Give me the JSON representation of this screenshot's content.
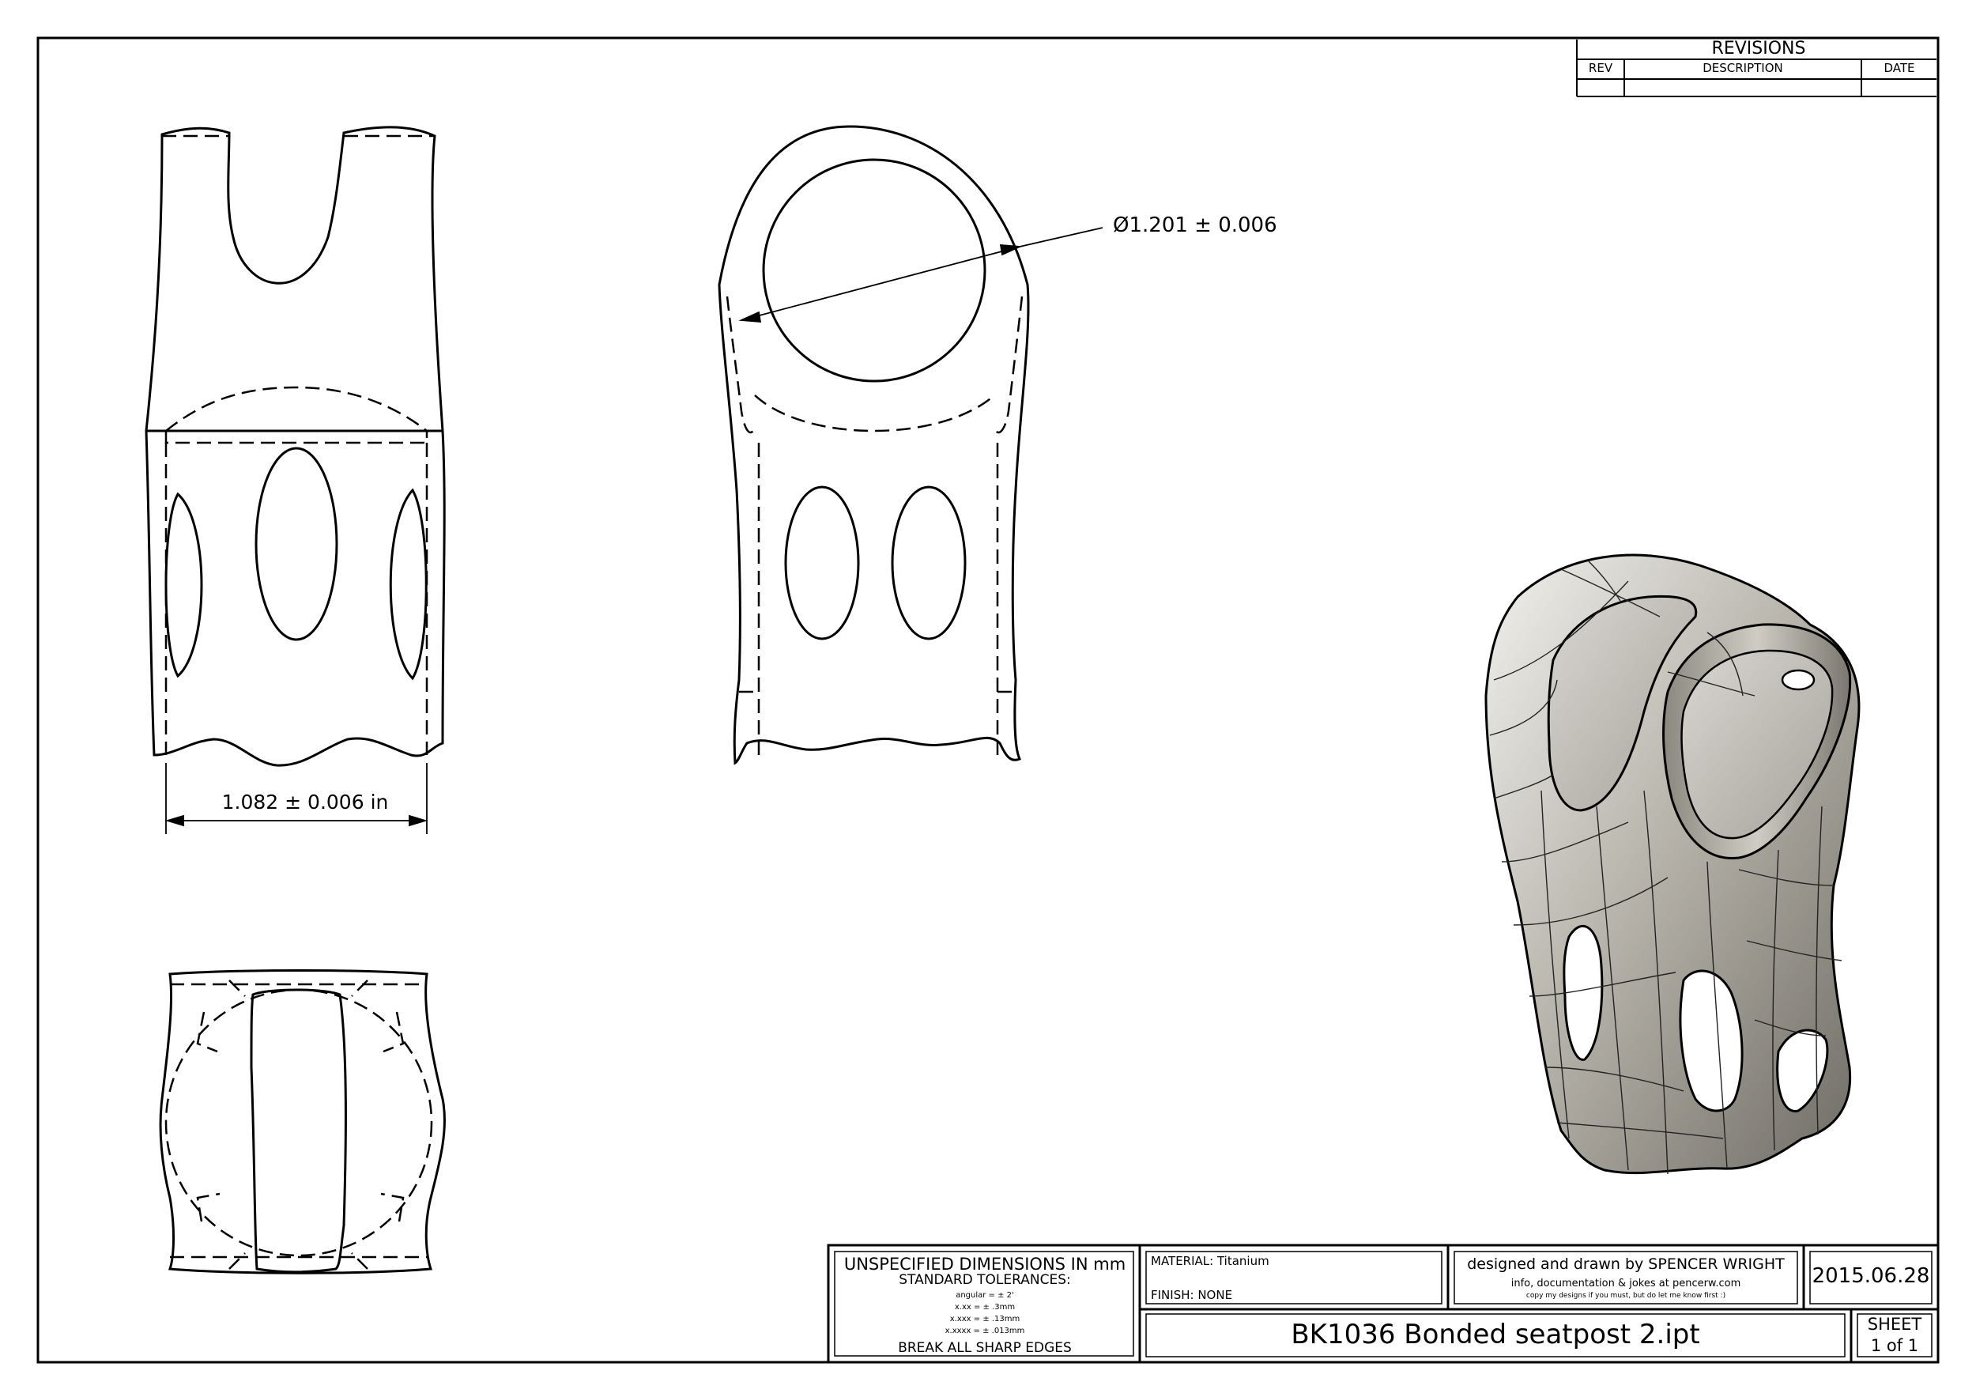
{
  "revisions": {
    "title": "REVISIONS",
    "col_rev": "REV",
    "col_description": "DESCRIPTION",
    "col_date": "DATE"
  },
  "dimensions": {
    "diameter": "Ø1.201 ± 0.006",
    "width": "1.082 ± 0.006 in"
  },
  "title_block": {
    "unspecified": "UNSPECIFIED DIMENSIONS IN mm",
    "tolerances_title": "STANDARD TOLERANCES:",
    "tol_angular": "angular = ± 2'",
    "tol_xxx": "x.xx = ± .3mm",
    "tol_xxxx": "x.xxx = ± .13mm",
    "tol_xxxxx": "x.xxxx = ± .013mm",
    "break_edges": "BREAK ALL SHARP EDGES",
    "material": "MATERIAL: Titanium",
    "finish": "FINISH: NONE",
    "designer": "designed and drawn by SPENCER WRIGHT",
    "info": "info, documentation & jokes at pencerw.com",
    "copy_note": "copy my designs if you must, but do let me know first :)",
    "date": "2015.06.28",
    "part_name": "BK1036 Bonded seatpost 2.ipt",
    "sheet_label": "SHEET",
    "sheet_number": "1 of 1"
  }
}
